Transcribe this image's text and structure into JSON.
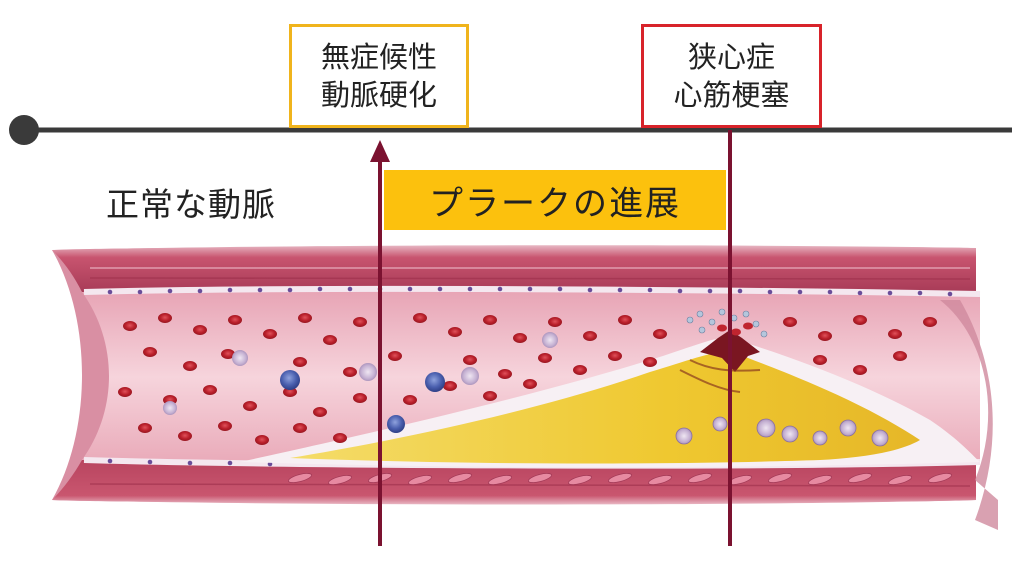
{
  "timeline": {
    "markers": [
      {
        "id": "asymptomatic",
        "lines": [
          "無症候性",
          "動脈硬化"
        ],
        "border_color": "#f0b41c"
      },
      {
        "id": "angina",
        "lines": [
          "狭心症",
          "心筋梗塞"
        ],
        "border_color": "#d8232a"
      }
    ]
  },
  "labels": {
    "normal_artery": "正常な動脈",
    "plaque_progression": "プラークの進展"
  },
  "colors": {
    "timeline": "#3a3a3a",
    "marker_line": "#7b1230",
    "banner": "#fcc10d",
    "vessel_wall": "#c24a67",
    "lumen": "#f1c3cf",
    "plaque": "#f0cd3a",
    "blood_cell": "#c0252f",
    "leukocyte": "#4b5fae",
    "macrophage": "#a98fb8"
  }
}
